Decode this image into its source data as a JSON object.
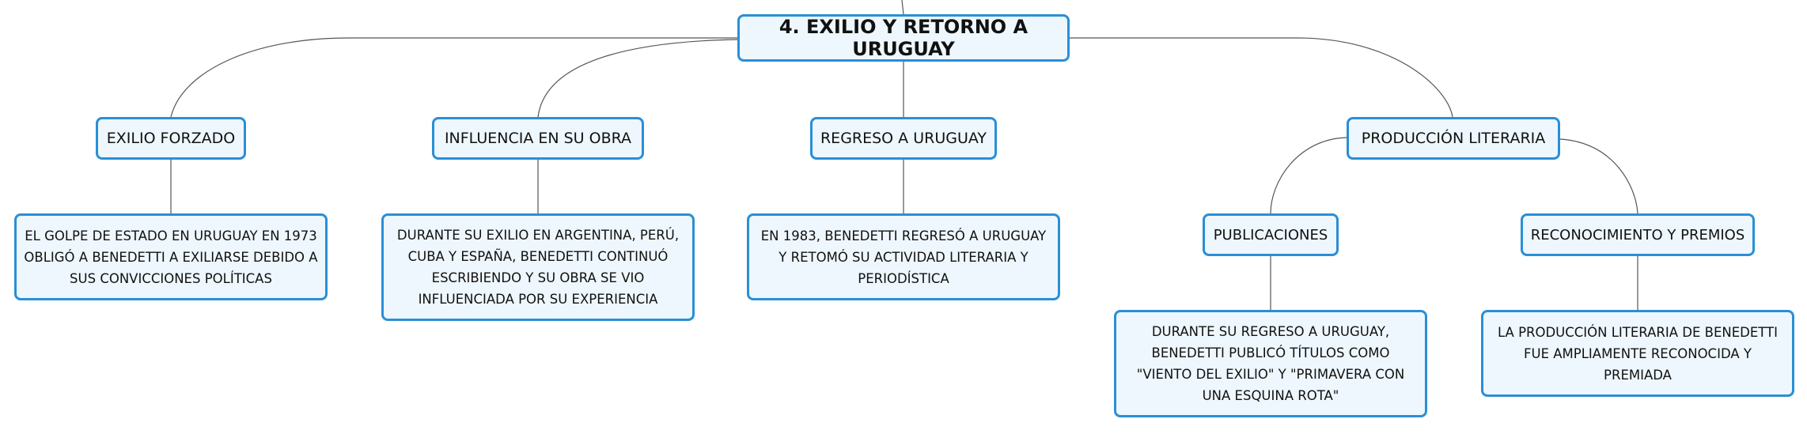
{
  "root": {
    "label": "4. EXILIO Y RETORNO A URUGUAY"
  },
  "branches": [
    {
      "label": "EXILIO FORZADO",
      "detail": "EL GOLPE DE ESTADO EN URUGUAY EN 1973 OBLIGÓ A BENEDETTI A EXILIARSE DEBIDO A SUS CONVICCIONES POLÍTICAS"
    },
    {
      "label": "INFLUENCIA EN SU OBRA",
      "detail": "DURANTE SU EXILIO EN ARGENTINA, PERÚ, CUBA Y ESPAÑA, BENEDETTI CONTINUÓ ESCRIBIENDO Y SU OBRA SE VIO INFLUENCIADA POR SU EXPERIENCIA"
    },
    {
      "label": "REGRESO A URUGUAY",
      "detail": "EN 1983, BENEDETTI REGRESÓ A URUGUAY Y RETOMÓ SU ACTIVIDAD LITERARIA Y PERIODÍSTICA"
    },
    {
      "label": "PRODUCCIÓN LITERARIA",
      "children": [
        {
          "label": "PUBLICACIONES",
          "detail": "DURANTE SU REGRESO A URUGUAY, BENEDETTI PUBLICÓ TÍTULOS COMO \"VIENTO DEL EXILIO\" Y \"PRIMAVERA CON UNA ESQUINA ROTA\""
        },
        {
          "label": "RECONOCIMIENTO Y PREMIOS",
          "detail": "LA PRODUCCIÓN LITERARIA DE BENEDETTI FUE AMPLIAMENTE RECONOCIDA Y PREMIADA"
        }
      ]
    }
  ]
}
